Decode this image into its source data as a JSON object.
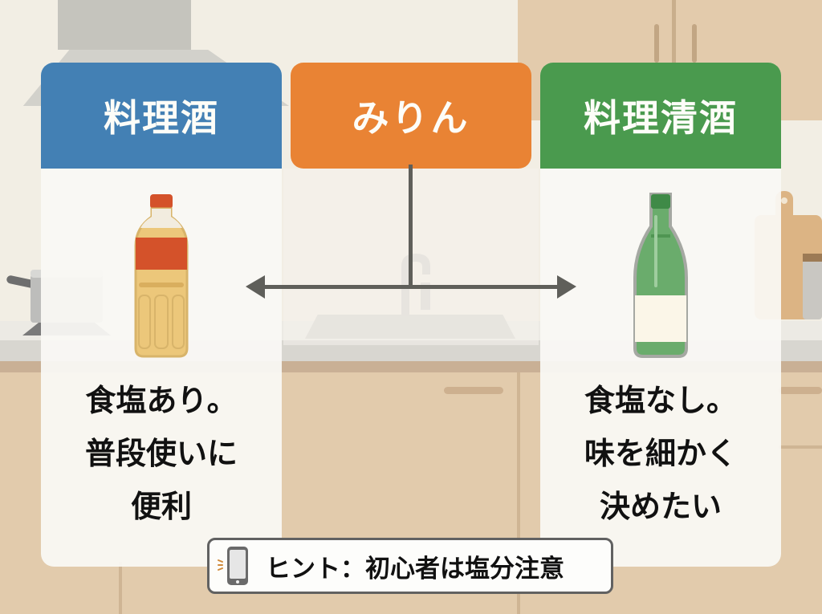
{
  "categories": {
    "left": {
      "title": "料理酒",
      "color": "#4380b4",
      "icon": "plastic-bottle-icon",
      "description_lines": [
        "食塩あり。",
        "普段使いに",
        "便利"
      ]
    },
    "center": {
      "title": "みりん",
      "color": "#e98334"
    },
    "right": {
      "title": "料理清酒",
      "color": "#4a9a4e",
      "icon": "glass-bottle-icon",
      "description_lines": [
        "食塩なし。",
        "味を細かく",
        "決めたい"
      ]
    }
  },
  "connector": {
    "type": "double-headed-arrow",
    "color": "#5f5f5a"
  },
  "hint": {
    "icon": "smartphone-icon",
    "label": "ヒント",
    "separator": "：",
    "text": "初心者は塩分注意"
  }
}
